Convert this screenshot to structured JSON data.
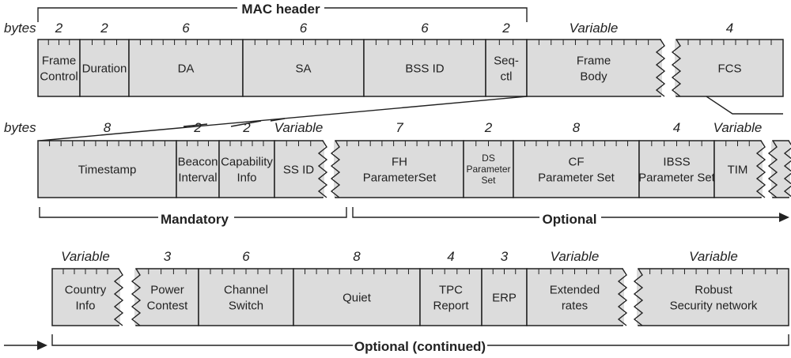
{
  "row1": {
    "header_label": "MAC header",
    "bytes_label": "bytes",
    "fields": [
      {
        "name": "Frame Control",
        "lines": [
          "Frame",
          "Control"
        ],
        "size": "2"
      },
      {
        "name": "Duration",
        "lines": [
          "Duration"
        ],
        "size": "2"
      },
      {
        "name": "DA",
        "lines": [
          "DA"
        ],
        "size": "6"
      },
      {
        "name": "SA",
        "lines": [
          "SA"
        ],
        "size": "6"
      },
      {
        "name": "BSS ID",
        "lines": [
          "BSS ID"
        ],
        "size": "6"
      },
      {
        "name": "Seq-ctl",
        "lines": [
          "Seq-",
          "ctl"
        ],
        "size": "2"
      },
      {
        "name": "Frame Body",
        "lines": [
          "Frame",
          "Body"
        ],
        "size": "Variable"
      },
      {
        "name": "FCS",
        "lines": [
          "FCS"
        ],
        "size": "4"
      }
    ]
  },
  "row2": {
    "bytes_label": "bytes",
    "mandatory_label": "Mandatory",
    "optional_label": "Optional",
    "fields": [
      {
        "name": "Timestamp",
        "lines": [
          "Timestamp"
        ],
        "size": "8"
      },
      {
        "name": "Beacon Interval",
        "lines": [
          "Beacon",
          "Interval"
        ],
        "size": "2"
      },
      {
        "name": "Capability Info",
        "lines": [
          "Capability",
          "Info"
        ],
        "size": "2"
      },
      {
        "name": "SS ID",
        "lines": [
          "SS ID"
        ],
        "size": "Variable"
      },
      {
        "name": "FH ParameterSet",
        "lines": [
          "FH",
          "ParameterSet"
        ],
        "size": "7"
      },
      {
        "name": "DS Parameter Set",
        "lines": [
          "DS",
          "Parameter",
          "Set"
        ],
        "size": "2"
      },
      {
        "name": "CF Parameter Set",
        "lines": [
          "CF",
          "Parameter Set"
        ],
        "size": "8"
      },
      {
        "name": "IBSS Parameter Set",
        "lines": [
          "IBSS",
          "Parameter Set"
        ],
        "size": "4"
      },
      {
        "name": "TIM",
        "lines": [
          "TIM"
        ],
        "size": "Variable"
      }
    ]
  },
  "row3": {
    "continued_label": "Optional (continued)",
    "fields": [
      {
        "name": "Country Info",
        "lines": [
          "Country",
          "Info"
        ],
        "size": "Variable"
      },
      {
        "name": "Power Contest",
        "lines": [
          "Power",
          "Contest"
        ],
        "size": "3"
      },
      {
        "name": "Channel Switch",
        "lines": [
          "Channel",
          "Switch"
        ],
        "size": "6"
      },
      {
        "name": "Quiet",
        "lines": [
          "Quiet"
        ],
        "size": "8"
      },
      {
        "name": "TPC Report",
        "lines": [
          "TPC",
          "Report"
        ],
        "size": "4"
      },
      {
        "name": "ERP",
        "lines": [
          "ERP"
        ],
        "size": "3"
      },
      {
        "name": "Extended rates",
        "lines": [
          "Extended",
          "rates"
        ],
        "size": "Variable"
      },
      {
        "name": "Robust Security network",
        "lines": [
          "Robust",
          "Security network"
        ],
        "size": "Variable"
      }
    ]
  },
  "colors": {
    "field_fill": "#dcdcdc",
    "stroke": "#222222"
  }
}
